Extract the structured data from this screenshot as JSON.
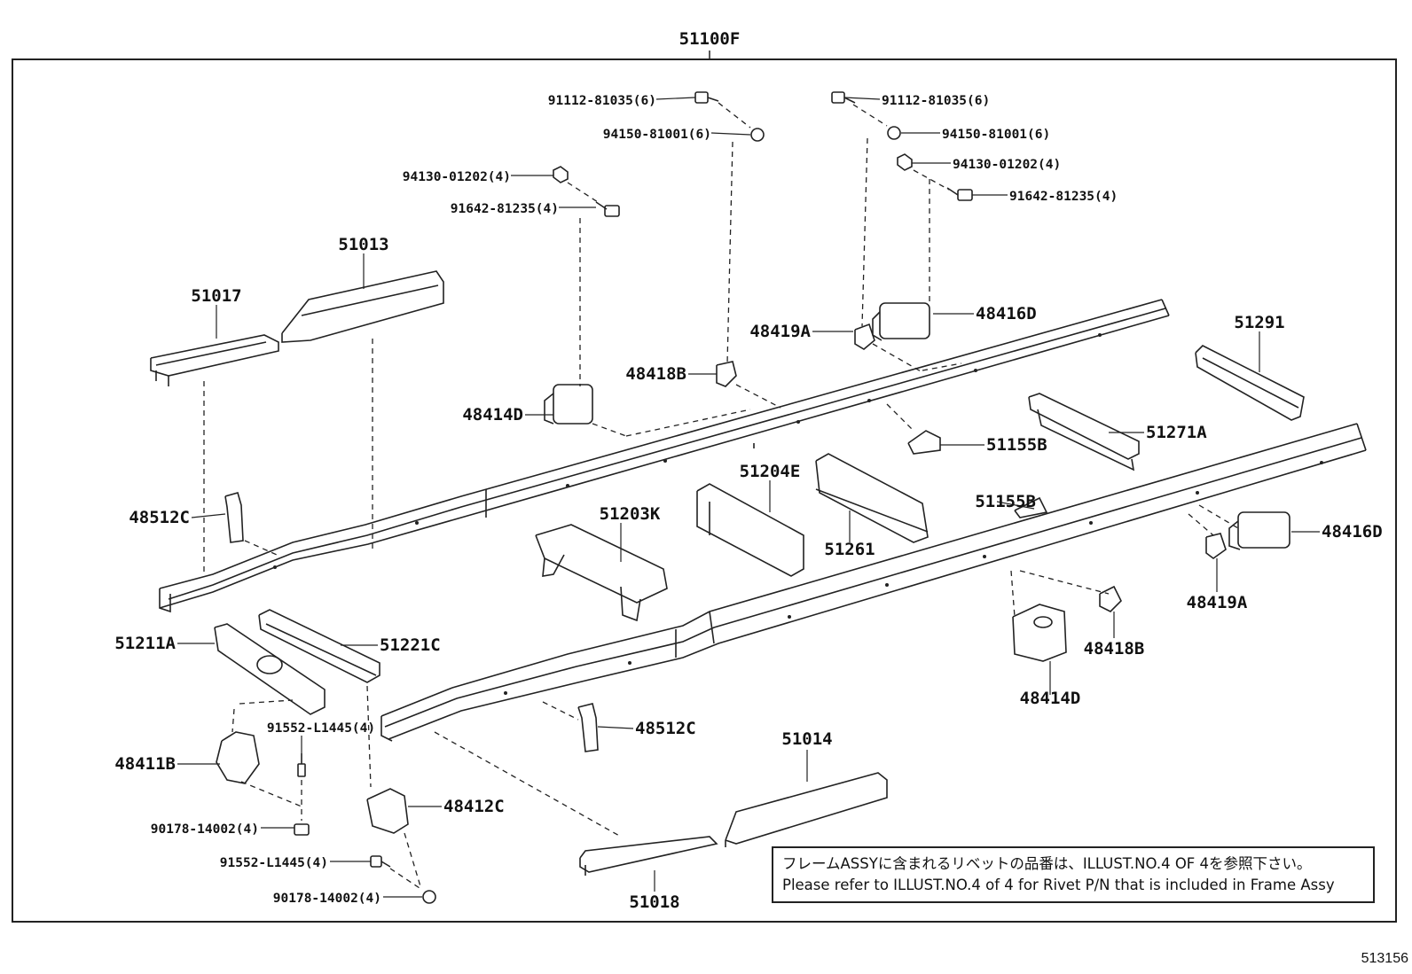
{
  "assembly_label": "51100F",
  "labels": {
    "bolt_a_left": "91112-81035(6)",
    "nut_a_left": "94150-81001(6)",
    "nut_b_left": "94130-01202(4)",
    "bolt_b_left": "91642-81235(4)",
    "bolt_a_right": "91112-81035(6)",
    "nut_a_right": "94150-81001(6)",
    "nut_b_right": "94130-01202(4)",
    "bolt_b_right": "91642-81235(4)",
    "p51013": "51013",
    "p51017": "51017",
    "p48416d_top": "48416D",
    "p48419a_top": "48419A",
    "p48418b_top": "48418B",
    "p48414d_top": "48414D",
    "p51291": "51291",
    "p51271a": "51271A",
    "p51155b_a": "51155B",
    "p51155b_b": "51155B",
    "p51204e": "51204E",
    "p51261": "51261",
    "p51203k": "51203K",
    "p48512c_left": "48512C",
    "p48416d_right": "48416D",
    "p48419a_right": "48419A",
    "p48418b_right": "48418B",
    "p48414d_right": "48414D",
    "p51211a": "51211A",
    "p51221c": "51221C",
    "bolt_c_upper": "91552-L1445(4)",
    "p48411b": "48411B",
    "nut_c_upper": "90178-14002(4)",
    "p48412c": "48412C",
    "bolt_c_lower": "91552-L1445(4)",
    "nut_c_lower": "90178-14002(4)",
    "p48512c_right": "48512C",
    "p51014": "51014",
    "p51018": "51018"
  },
  "note": {
    "line_jp": "フレームASSYに含まれるリベットの品番は、ILLUST.NO.4 OF 4を参照下さい。",
    "line_en": "Please refer to ILLUST.NO.4 of 4 for Rivet P/N that is included in Frame Assy"
  },
  "figure_id": "513156"
}
